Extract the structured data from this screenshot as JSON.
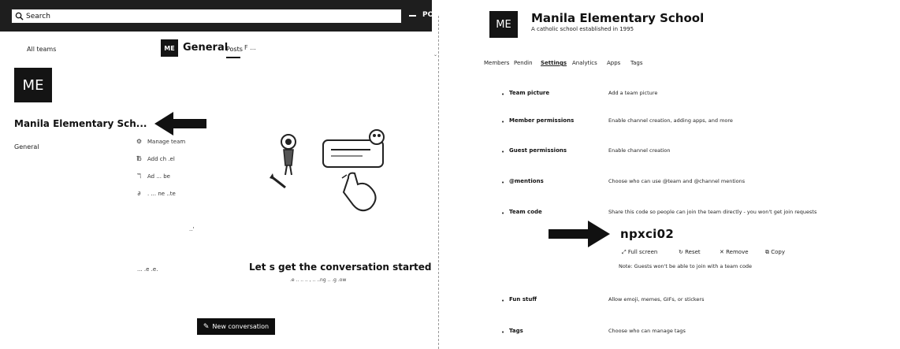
{
  "left": {
    "search": {
      "value": "Search",
      "placeholder": "Search"
    },
    "titlebar": {
      "profile_text": "PO"
    },
    "all_teams": "All teams",
    "team": {
      "avatar": "ME",
      "name": "Manila Elementary Sch..."
    },
    "channels": [
      {
        "label": "General"
      }
    ],
    "header": {
      "avatar": "ME",
      "channel": "General",
      "tabs": [
        {
          "label": "Posts"
        },
        {
          "label": "F ..."
        }
      ]
    },
    "menu": {
      "items": [
        {
          "icon": "⚙",
          "label": "Manage team"
        },
        {
          "icon": "℔",
          "label": "Add ch   .el"
        },
        {
          "icon": "ℸ",
          "label": "Ad   ...   be"
        },
        {
          "icon": "∂",
          "label": "  . ...  ne  ..te"
        }
      ],
      "stray": "..'",
      "bottom": "...   .e   .e.   "
    },
    "conversation": {
      "title": "Let s get the conversation started",
      "subtitle": ".e     .. ..  ..    ,    .. ..ng   .. .g  .ow",
      "button": "New conversation"
    }
  },
  "right": {
    "avatar": "ME",
    "title": "Manila Elementary School",
    "subtitle": "A catholic school established in 1995",
    "tabs": [
      {
        "label": "Members"
      },
      {
        "label": "Pendin"
      },
      {
        "label": "Settings"
      },
      {
        "label": "Analytics"
      },
      {
        "label": "Apps"
      },
      {
        "label": "Tags"
      }
    ],
    "settings": [
      {
        "label": "Team picture",
        "desc": "Add a team picture"
      },
      {
        "label": "Member permissions",
        "desc": "Enable channel creation, adding apps, and more"
      },
      {
        "label": "Guest permissions",
        "desc": "Enable channel creation"
      },
      {
        "label": "@mentions",
        "desc": "Choose who can use @team and @channel mentions"
      },
      {
        "label": "Team code",
        "desc": "Share this code so people can join the team directly - you won't get join requests"
      },
      {
        "label": "Fun stuff",
        "desc": "Allow emoji, memes, GIFs, or stickers"
      },
      {
        "label": "Tags",
        "desc": "Choose who can manage tags"
      }
    ],
    "team_code": {
      "value": "npxci02",
      "actions": [
        {
          "icon": "⤢",
          "label": "Full screen"
        },
        {
          "icon": "↻",
          "label": "Reset"
        },
        {
          "icon": "✕",
          "label": "Remove"
        },
        {
          "icon": "⧉",
          "label": "Copy"
        }
      ],
      "note": "Note: Guests won't be able to join with a team code"
    }
  }
}
